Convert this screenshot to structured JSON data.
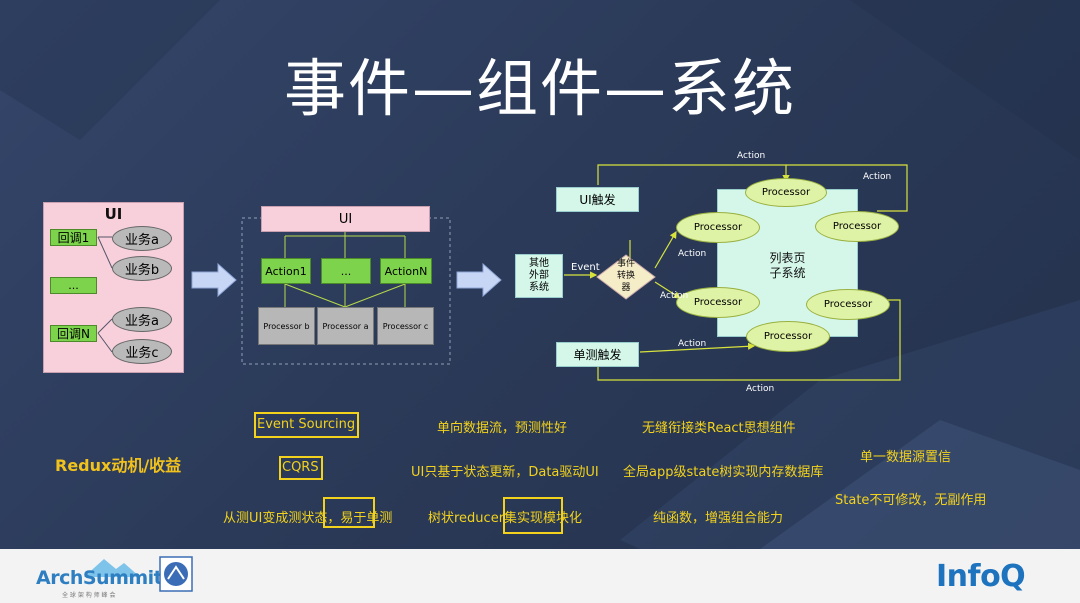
{
  "title": "事件—组件—系统",
  "diagram1": {
    "header": "UI",
    "callbacks": [
      "回调1",
      "...",
      "回调N"
    ],
    "services": [
      "业务a",
      "业务b",
      "业务a",
      "业务c"
    ]
  },
  "diagram2": {
    "header": "UI",
    "actions": [
      "Action1",
      "...",
      "ActionN"
    ],
    "processors": [
      "Processor b",
      "Processor a",
      "Processor c"
    ]
  },
  "diagram3": {
    "ui_trigger": "UI触发",
    "external_system": "其他\n外部\n系统",
    "event_label": "Event",
    "event_converter": "事件\n转换\n器",
    "test_trigger": "单测触发",
    "list_subsystem": "列表页\n子系统",
    "processor_label": "Processor",
    "action_label": "Action"
  },
  "benefits": {
    "heading": "Redux动机/收益",
    "event_sourcing": "Event Sourcing",
    "cqrs": "CQRS",
    "unidirectional": "单向数据流，预测性好",
    "state_update": "UI只基于状态更新，Data驱动UI",
    "testable": "从测UI变成测状态，易于单测",
    "reducer_tree": "树状reducer集实现模块化",
    "seamless_react": "无缝衔接类React思想组件",
    "global_state": "全局app级state树实现内存数据库",
    "pure_func": "纯函数，增强组合能力",
    "single_source": "单一数据源置信",
    "immutable": "State不可修改，无副作用"
  },
  "footer": {
    "archsummit": "ArchSummit",
    "archsummit_sub": "全 球 架 构 师 峰 会",
    "infoq": "InfoQ"
  }
}
